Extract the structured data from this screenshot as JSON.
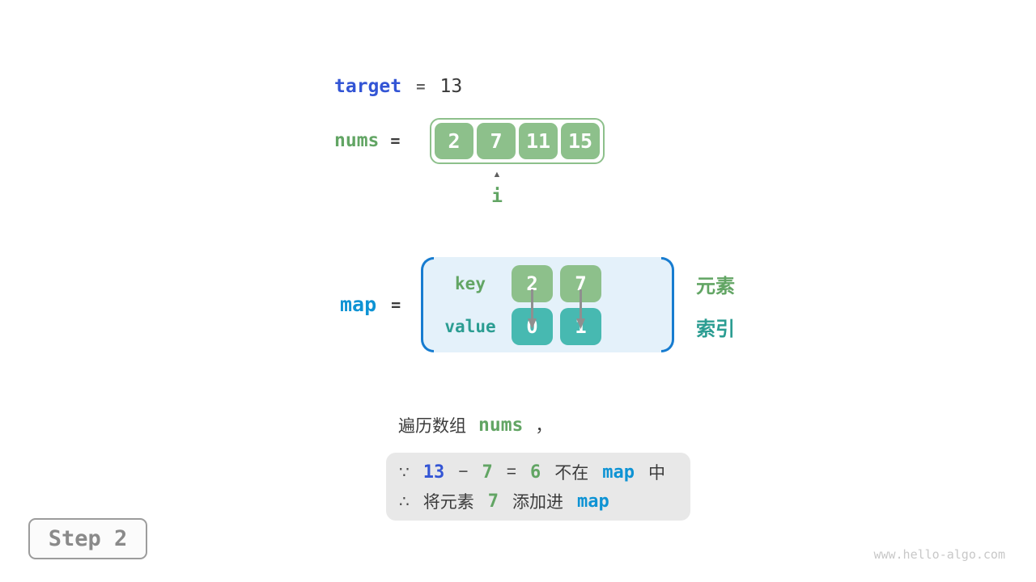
{
  "colors": {
    "royal_blue": "#3355d5",
    "cyan_blue": "#0e93d4",
    "green_text": "#62a564",
    "green_cell": "#8dc08b",
    "teal_text": "#2b9d92",
    "teal_cell": "#47b9b1",
    "dark_text": "#3c3c3c",
    "map_box_bg": "#e4f1fa",
    "map_bracket": "#177cd0",
    "reason_box_bg": "#e8e8e8"
  },
  "target_line": {
    "var": "target",
    "eq": "=",
    "value": "13"
  },
  "nums_line": {
    "var": "nums",
    "eq": "="
  },
  "array": {
    "values": [
      "2",
      "7",
      "11",
      "15"
    ],
    "pointer_icon": "▲",
    "pointer_label": "i"
  },
  "map_line": {
    "var": "map",
    "eq": "="
  },
  "map_box": {
    "key_label": "key",
    "value_label": "value",
    "keys": [
      "2",
      "7"
    ],
    "values": [
      "0",
      "1"
    ],
    "element_label": "元素",
    "index_label": "索引"
  },
  "caption": {
    "prefix": "遍历数组",
    "code": "nums",
    "comma": "，"
  },
  "reason": {
    "because": "∵",
    "l1_target": "13",
    "l1_minus": "−",
    "l1_operand": "7",
    "l1_eq": "=",
    "l1_result": "6",
    "l1_notin": "不在",
    "l1_map": "map",
    "l1_suffix": "中",
    "therefore": "∴",
    "l2_prefix": "将元素",
    "l2_num": "7",
    "l2_action": "添加进",
    "l2_map": "map"
  },
  "step_label": "Step 2",
  "watermark": "www.hello-algo.com"
}
